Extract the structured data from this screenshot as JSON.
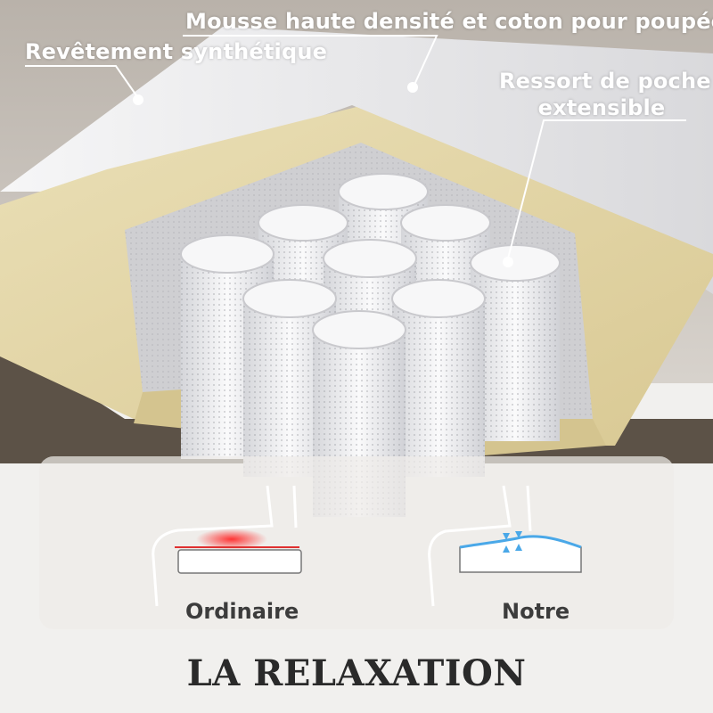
{
  "callouts": {
    "synthetic_cover": "Revêtement synthétique",
    "foam": "Mousse haute densité et coton pour poupées",
    "spring_line1": "Ressort de poche",
    "spring_line2": "extensible"
  },
  "comparison": {
    "ordinary_label": "Ordinaire",
    "ours_label": "Notre"
  },
  "title": "LA RELAXATION",
  "colors": {
    "background": "#efeeec",
    "foam": "#e6d8a8",
    "spring": "#f4f4f6",
    "pressure": "#e03030",
    "relief": "#4aa8e8"
  }
}
